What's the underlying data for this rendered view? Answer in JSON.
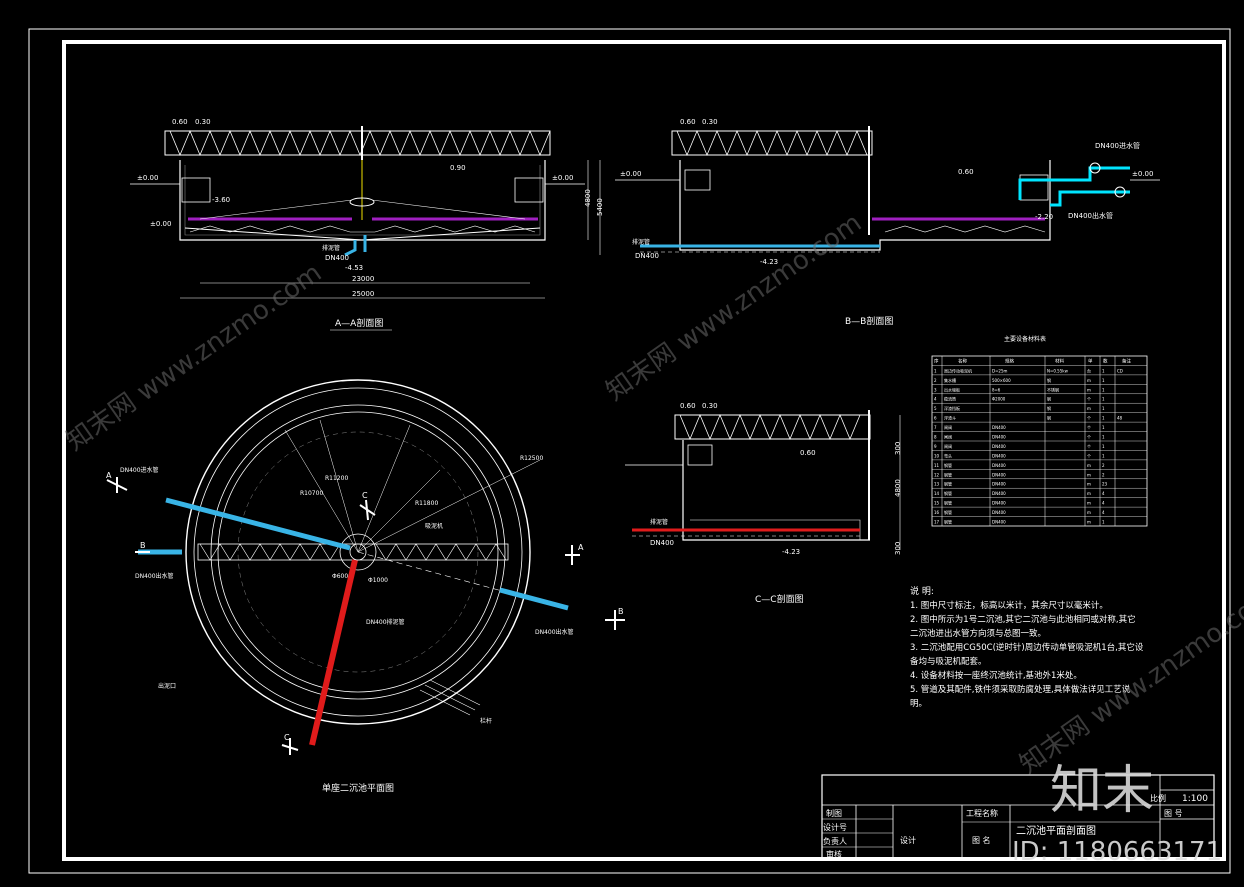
{
  "section_aa": {
    "title": "A—A剖面图",
    "dims": [
      "0.60",
      "0.30",
      "±0.00",
      "±0.00",
      "-3.60",
      "0.90",
      "±0.00",
      "-4.53",
      "DN400",
      "4800",
      "5400",
      "23000",
      "25000"
    ],
    "pipe_label": "排泥管"
  },
  "section_bb": {
    "title": "B—B剖面图",
    "dims": [
      "0.60",
      "0.30",
      "±0.00",
      "0.60",
      "±0.00",
      "-2.20",
      "-4.23",
      "DN400"
    ],
    "inlet_label": "DN400进水管",
    "outlet_label": "DN400出水管",
    "sludge_label": "排泥管"
  },
  "section_cc": {
    "title": "C—C剖面图",
    "dims": [
      "0.60",
      "0.30",
      "0.60",
      "4800",
      "300",
      "-4.23",
      "DN400",
      "300"
    ],
    "pipe_label": "排泥管"
  },
  "plan": {
    "title": "单座二沉池平面图",
    "labels": [
      "DN400进水管",
      "DN400出水管",
      "DN400排泥管",
      "DN400出水管",
      "R10700",
      "R11200",
      "R11800",
      "R12500",
      "吸泥机",
      "出泥口",
      "栏杆",
      "Φ600",
      "Φ1000"
    ],
    "section_marks": [
      "A",
      "A",
      "B",
      "B",
      "C",
      "C"
    ]
  },
  "equipment_table": {
    "title": "主要设备材料表",
    "headers": [
      "序",
      "名",
      "称",
      "规格",
      "材料",
      "单",
      "数",
      "备注"
    ],
    "rows": [
      [
        "1",
        "周边传动吸泥机",
        "D=25m",
        "N=0.55kw",
        "台",
        "1",
        "CD"
      ],
      [
        "2",
        "集水槽",
        "500×600",
        "钢",
        "m",
        "1",
        ""
      ],
      [
        "3",
        "出水堰板",
        "δ=6",
        "不锈钢",
        "m",
        "1",
        ""
      ],
      [
        "4",
        "稳流筒",
        "Φ2000",
        "钢",
        "个",
        "1",
        ""
      ],
      [
        "5",
        "浮渣挡板",
        "",
        "钢",
        "m",
        "1",
        ""
      ],
      [
        "6",
        "浮渣斗",
        "",
        "钢",
        "个",
        "1",
        "48"
      ],
      [
        "7",
        "闸阀",
        "DN400",
        "",
        "个",
        "1",
        ""
      ],
      [
        "8",
        "闸阀",
        "DN400",
        "",
        "个",
        "1",
        ""
      ],
      [
        "9",
        "闸阀",
        "DN400",
        "",
        "个",
        "1",
        ""
      ],
      [
        "10",
        "弯头",
        "DN400",
        "",
        "个",
        "1",
        ""
      ],
      [
        "11",
        "钢管",
        "DN400",
        "",
        "m",
        "2",
        ""
      ],
      [
        "12",
        "钢管",
        "DN400",
        "",
        "m",
        "2",
        ""
      ],
      [
        "13",
        "钢管",
        "DN400",
        "",
        "m",
        "23",
        ""
      ],
      [
        "14",
        "钢管",
        "DN400",
        "",
        "m",
        "4",
        ""
      ],
      [
        "15",
        "钢管",
        "DN400",
        "",
        "m",
        "4",
        ""
      ],
      [
        "16",
        "钢管",
        "DN400",
        "",
        "m",
        "4",
        ""
      ],
      [
        "17",
        "钢管",
        "DN400",
        "",
        "m",
        "1",
        ""
      ]
    ]
  },
  "notes": {
    "heading": "说 明:",
    "lines": [
      "1. 图中尺寸标注，标高以米计，其余尺寸以毫米计。",
      "2. 图中所示为1号二沉池,其它二沉池与此池相同或对称,其它",
      "   二沉池进出水管方向须与总图一致。",
      "3. 二沉池配用CG50C(逆时针)周边传动单管吸泥机1台,其它设",
      "   备均与吸泥机配套。",
      "4. 设备材料按一座终沉池统计,基池外1米处。",
      "5. 管道及其配件,铁件须采取防腐处理,具体做法详见工艺说",
      "   明。"
    ]
  },
  "title_block": {
    "draw": "制图",
    "design_check": "设计号",
    "responsible": "负责人",
    "review": "审核",
    "design": "设计",
    "project_name": "工程名称",
    "drawing_name_label": "图 名",
    "drawing_name": "二沉池平面剖面图",
    "scale_label": "比例",
    "scale": "1:100",
    "drawing_no_label": "图 号"
  },
  "watermark": {
    "logo": "知末",
    "id": "ID: 1180663171",
    "repeat": "知末网 www.znzmo.com"
  },
  "colors": {
    "background": "#000000",
    "line": "#ffffff",
    "inlet": "#39b4e6",
    "sludge": "#e01b1b",
    "purple": "#a020c0",
    "cyan": "#00e5ff",
    "yellow": "#f0e000"
  }
}
